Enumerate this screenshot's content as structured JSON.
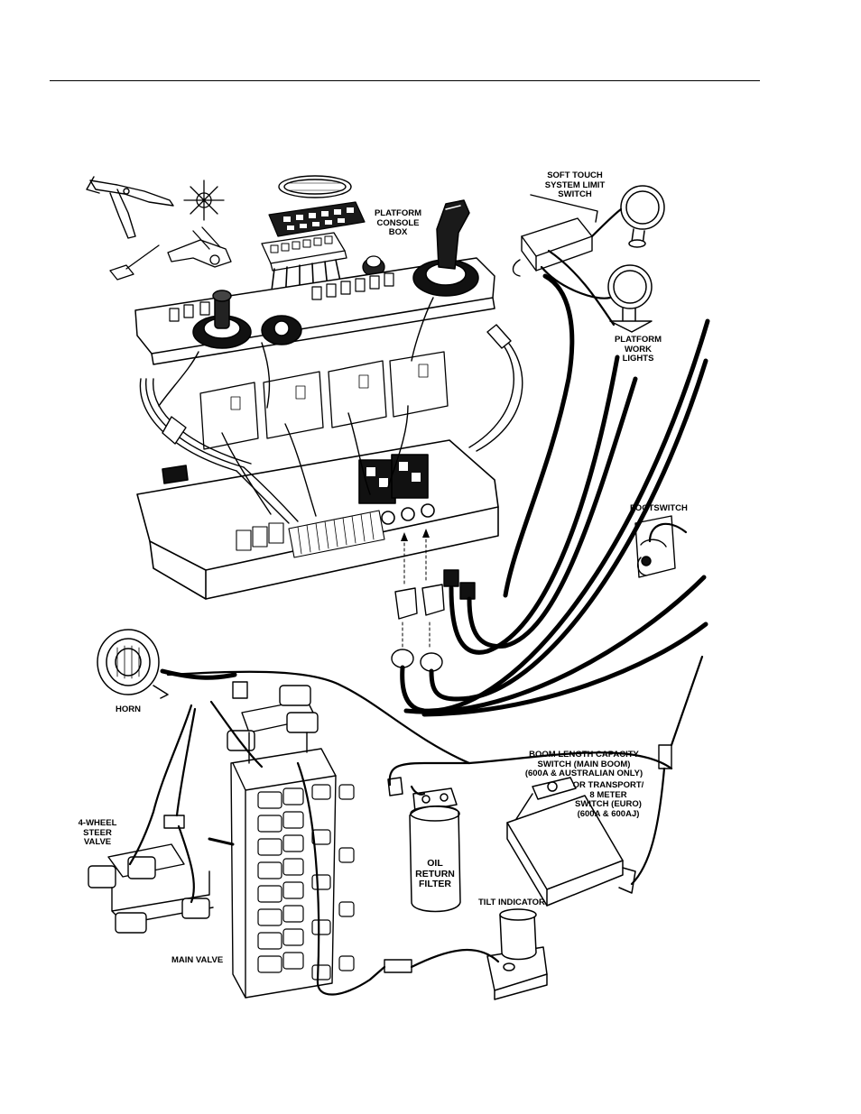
{
  "labels": {
    "soft_touch": [
      "SOFT TOUCH",
      "SYSTEM LIMIT",
      "SWITCH"
    ],
    "platform_console": [
      "PLATFORM",
      "CONSOLE",
      "BOX"
    ],
    "work_lights": [
      "PLATFORM",
      "WORK",
      "LIGHTS"
    ],
    "footswitch": [
      "FOOTSWITCH"
    ],
    "horn": [
      "HORN"
    ],
    "boom_length": [
      "BOOM LENGTH CAPACITY",
      "SWITCH (MAIN BOOM)",
      "(600A & AUSTRALIAN ONLY)"
    ],
    "transport": [
      "OR TRANSPORT/",
      "8 METER",
      "SWITCH (EURO)",
      "(600A & 600AJ)"
    ],
    "steer_valve": [
      "4-WHEEL",
      "STEER",
      "VALVE"
    ],
    "oil_filter": [
      "OIL",
      "RETURN",
      "FILTER"
    ],
    "tilt": [
      "TILT INDICATOR"
    ],
    "main_valve": [
      "MAIN VALVE"
    ]
  }
}
